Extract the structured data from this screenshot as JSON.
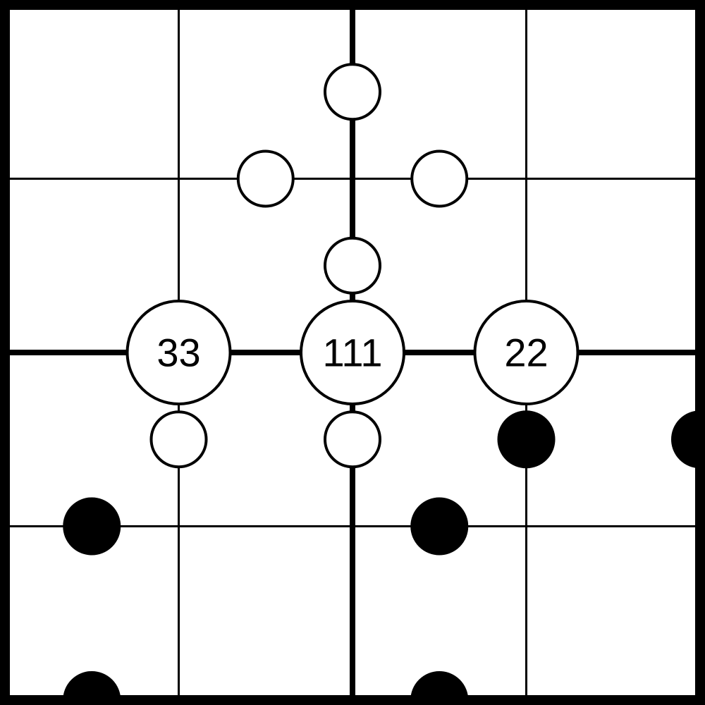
{
  "puzzle": {
    "grid_size": 4,
    "box_size": 2,
    "cells": [
      [
        "",
        "",
        "",
        ""
      ],
      [
        "",
        "",
        "",
        ""
      ],
      [
        "",
        "",
        "",
        ""
      ],
      [
        "",
        "",
        "",
        ""
      ]
    ]
  },
  "colors": {
    "background": "#ffffff",
    "line": "#000000",
    "white_dot": "#ffffff",
    "black_dot": "#000000"
  },
  "quadruple_clues": [
    {
      "row": 2,
      "col": 1,
      "text": "33"
    },
    {
      "row": 2,
      "col": 2,
      "text": "111"
    },
    {
      "row": 2,
      "col": 3,
      "text": "22"
    }
  ],
  "kropki_dots": [
    {
      "color": "white",
      "orientation": "vertical",
      "row": 0,
      "col": 1
    },
    {
      "color": "white",
      "orientation": "horizontal",
      "row": 0,
      "col": 1
    },
    {
      "color": "white",
      "orientation": "horizontal",
      "row": 0,
      "col": 2
    },
    {
      "color": "white",
      "orientation": "vertical",
      "row": 1,
      "col": 1
    },
    {
      "color": "black",
      "orientation": "horizontal",
      "row": 2,
      "col": 0
    },
    {
      "color": "black",
      "orientation": "horizontal",
      "row": 2,
      "col": 2
    },
    {
      "color": "white",
      "orientation": "vertical",
      "row": 2,
      "col": 0
    },
    {
      "color": "white",
      "orientation": "vertical",
      "row": 2,
      "col": 1
    },
    {
      "color": "black",
      "orientation": "vertical",
      "row": 2,
      "col": 2
    },
    {
      "color": "black",
      "orientation": "vertical",
      "row": 2,
      "col": 3
    },
    {
      "color": "black",
      "orientation": "horizontal",
      "row": 3,
      "col": 0
    },
    {
      "color": "black",
      "orientation": "horizontal",
      "row": 3,
      "col": 2
    }
  ]
}
